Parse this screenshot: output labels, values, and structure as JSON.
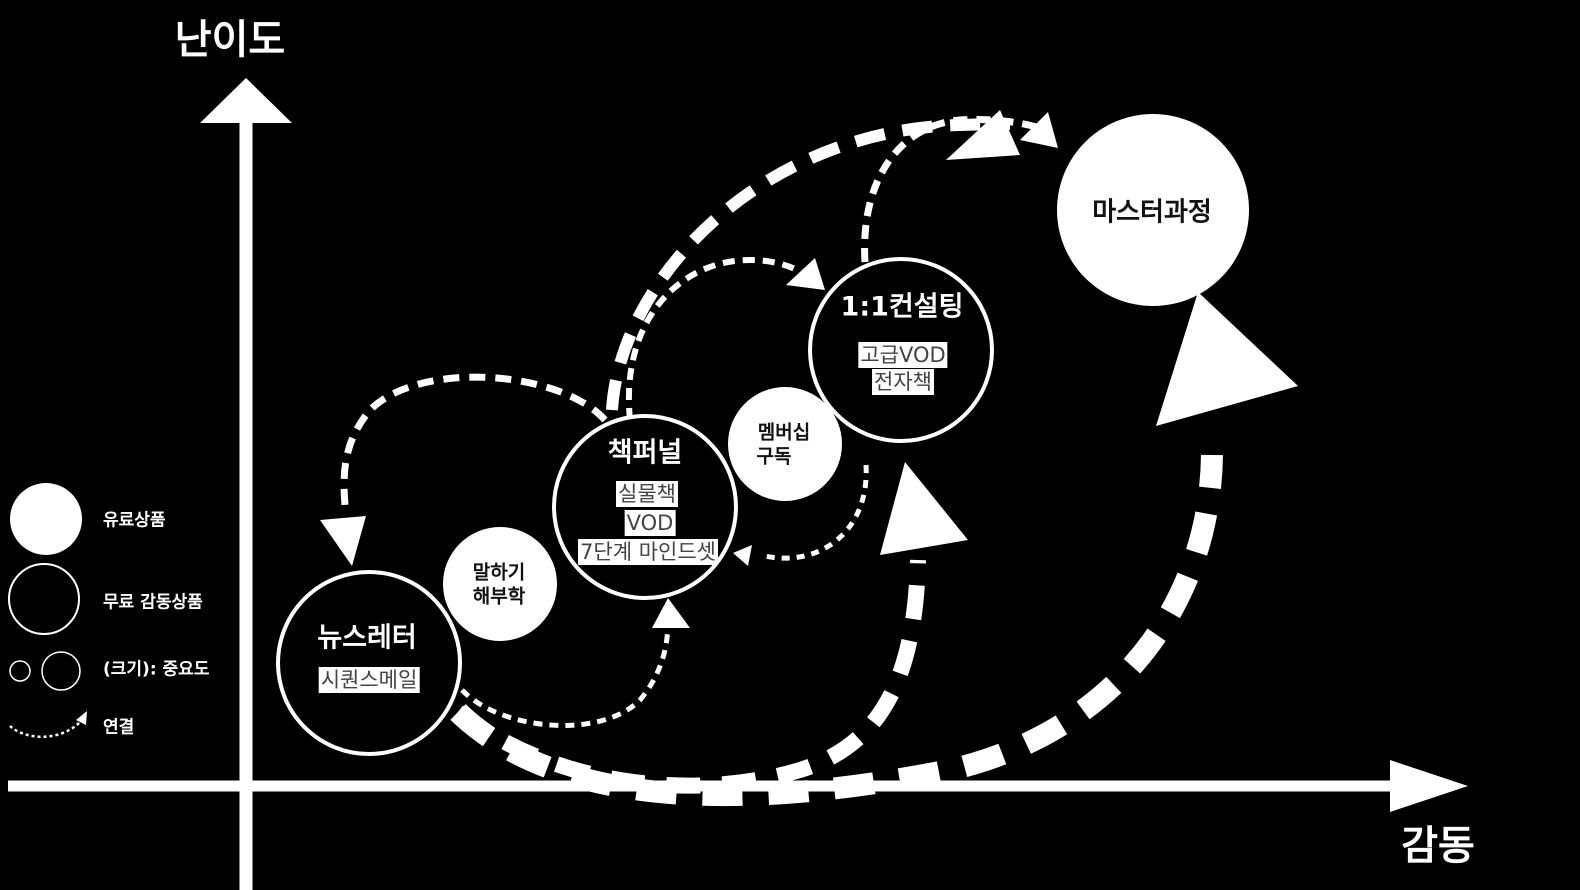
{
  "axes": {
    "y_label": "난이도",
    "x_label": "감동"
  },
  "nodes": [
    {
      "title": "뉴스레터",
      "items": [
        "시퀀스메일"
      ],
      "type": "free"
    },
    {
      "title": "말하기\n해부학",
      "items": [],
      "type": "paid"
    },
    {
      "title": "책퍼널",
      "items": [
        "실물책",
        "VOD",
        "7단계 마인드셋"
      ],
      "type": "free"
    },
    {
      "title": "멤버십\n구독",
      "items": [],
      "type": "paid"
    },
    {
      "title": "1:1컨설팅",
      "items": [
        "고급VOD",
        "전자책"
      ],
      "type": "free"
    },
    {
      "title": "마스터과정",
      "items": [],
      "type": "paid"
    }
  ],
  "labels": {
    "newsletter": "뉴스레터",
    "newsletter_item": "시퀀스메일",
    "speech_1": "말하기",
    "speech_2": "해부학",
    "book": "책퍼널",
    "book_item_1": "실물책",
    "book_item_2": "VOD",
    "book_item_3": "7단계 마인드셋",
    "member_1": "멤버십",
    "member_2": "구독",
    "consult": "1:1컨설팅",
    "consult_item_1": "고급VOD",
    "consult_item_2": "전자책",
    "master": "마스터과정"
  },
  "legend": {
    "paid": "유료상품",
    "free": "무료 감동상품",
    "size": "(크기): 중요도",
    "link": "연결"
  },
  "colors": {
    "background": "#000000",
    "foreground": "#ffffff"
  }
}
